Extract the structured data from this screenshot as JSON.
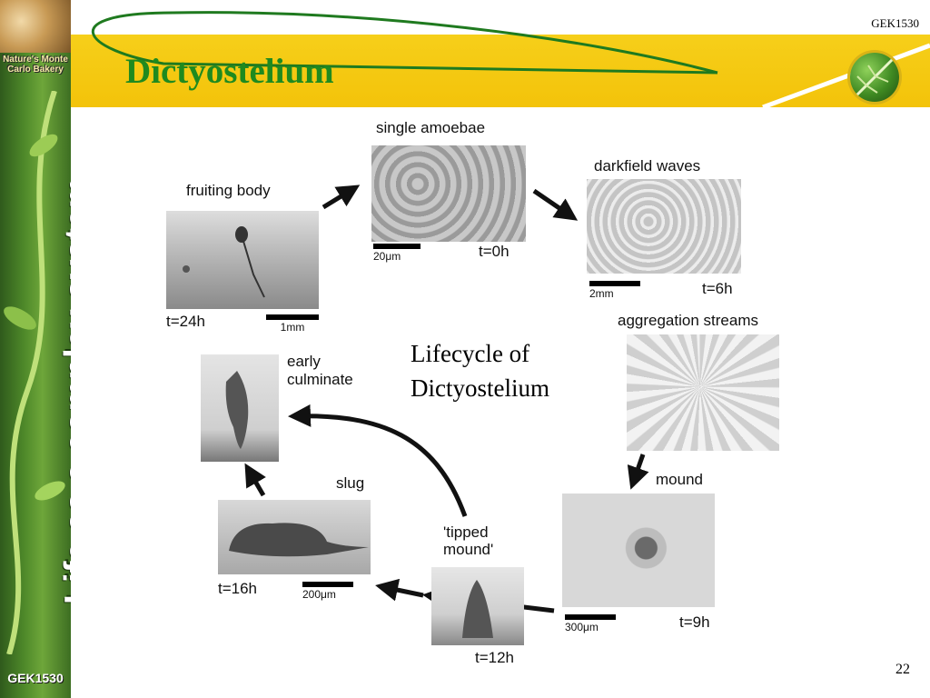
{
  "sidebar": {
    "brand": "Nature's Monte Carlo Bakery",
    "vertical_text": "Life as a complex system",
    "footer": "GEK1530"
  },
  "header": {
    "course_code": "GEK1530",
    "title": "Dictyostelium"
  },
  "diagram": {
    "stages": [
      {
        "label": "single amoebae",
        "time": "t=0h",
        "scale": "20μm"
      },
      {
        "label": "darkfield waves",
        "time": "t=6h",
        "scale": "2mm"
      },
      {
        "label": "aggregation streams",
        "time": "",
        "scale": ""
      },
      {
        "label": "mound",
        "time": "t=9h",
        "scale": "300μm"
      },
      {
        "label": "'tipped mound'",
        "time": "t=12h",
        "scale": ""
      },
      {
        "label": "slug",
        "time": "t=16h",
        "scale": "200μm"
      },
      {
        "label": "early culminate",
        "time": "",
        "scale": ""
      },
      {
        "label": "fruiting body",
        "time": "t=24h",
        "scale": "1mm"
      }
    ],
    "caption": "Lifecycle of Dictyostelium"
  },
  "page_number": "22",
  "colors": {
    "title_green": "#1f8a1f",
    "header_yellow": "#f3c30a",
    "sidebar_green": "#4f8a2a"
  }
}
